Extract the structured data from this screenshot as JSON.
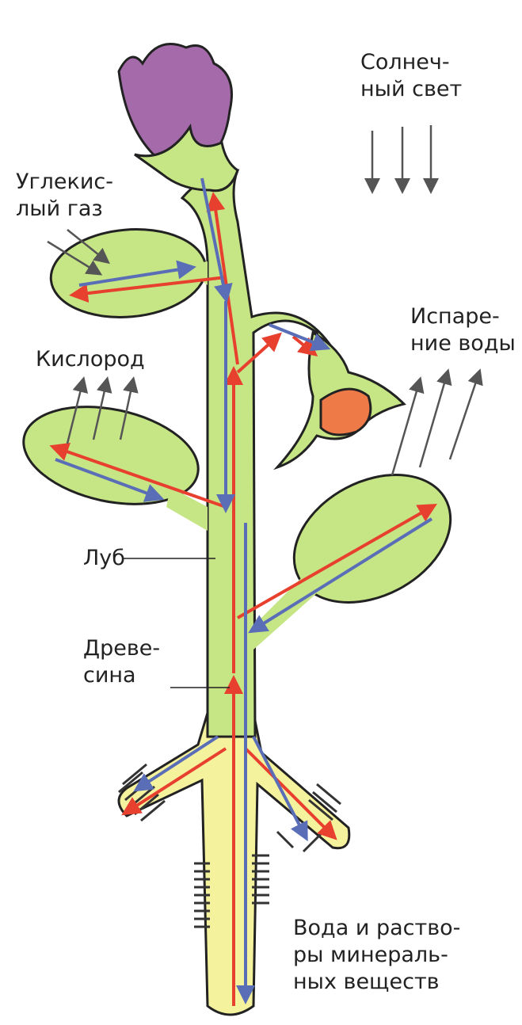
{
  "labels": {
    "sunlight": [
      "Солнеч-",
      "ный свет"
    ],
    "carbon_dioxide": [
      "Углекис-",
      "лый газ"
    ],
    "oxygen": [
      "Кислород"
    ],
    "evaporation": [
      "Испаре-",
      "ние воды"
    ],
    "phloem": [
      "Луб"
    ],
    "xylem": [
      "Древе-",
      "сина"
    ],
    "water_minerals": [
      "Вода и раство-",
      "ры минераль-",
      "ных веществ"
    ]
  },
  "colors": {
    "stem": "#c6e585",
    "root": "#f5f29e",
    "flower": "#a46aa9",
    "bud": "#ee7a48",
    "water_arrow": "#e8402f",
    "sugar_arrow": "#5a6db7"
  }
}
